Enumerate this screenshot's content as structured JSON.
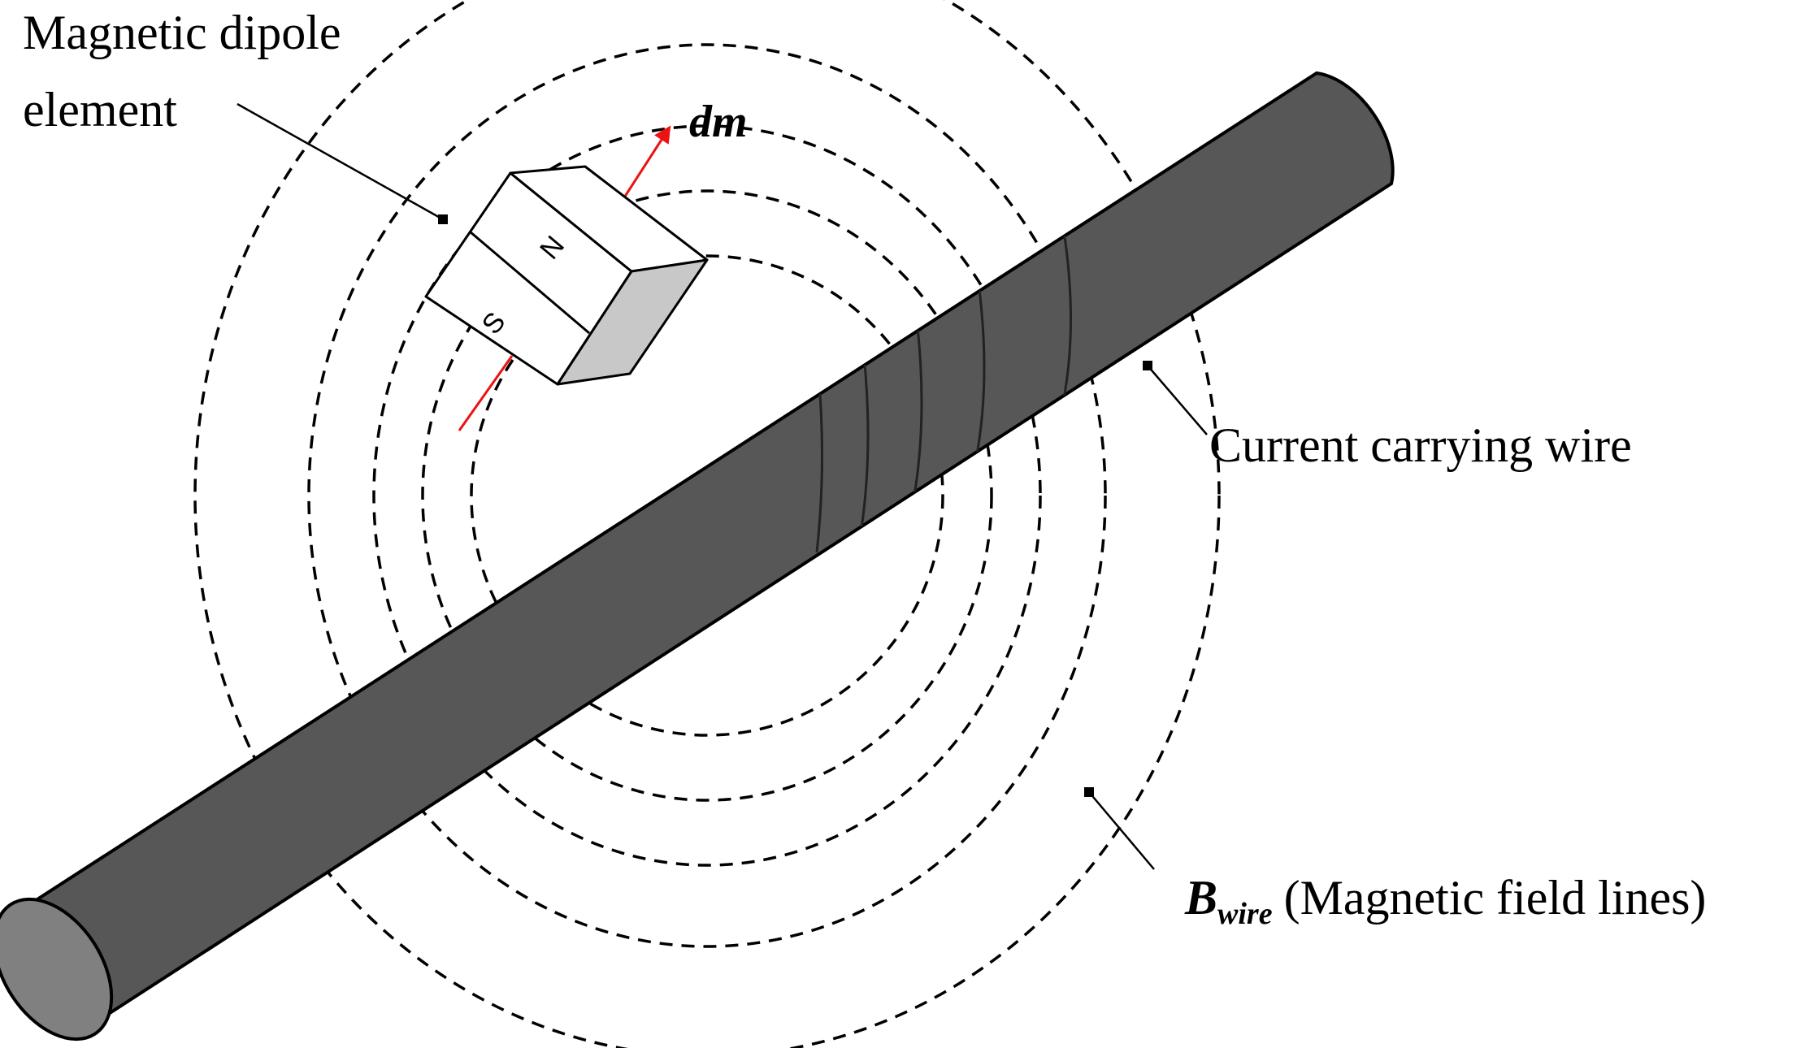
{
  "labels": {
    "dipole_line1": "Magnetic dipole",
    "dipole_line2": "element",
    "moment": "dm",
    "wire": "Current carrying wire",
    "field_symbol": "B",
    "field_subscript": "wire",
    "field_desc": "(Magnetic field lines)"
  },
  "magnet": {
    "north": "N",
    "south": "S"
  },
  "colors": {
    "wire_body": "#575757",
    "wire_end": "#808080",
    "magnet_face": "#c8c8c8",
    "moment_arrow": "#ee1111",
    "field_lines": "#000000"
  }
}
